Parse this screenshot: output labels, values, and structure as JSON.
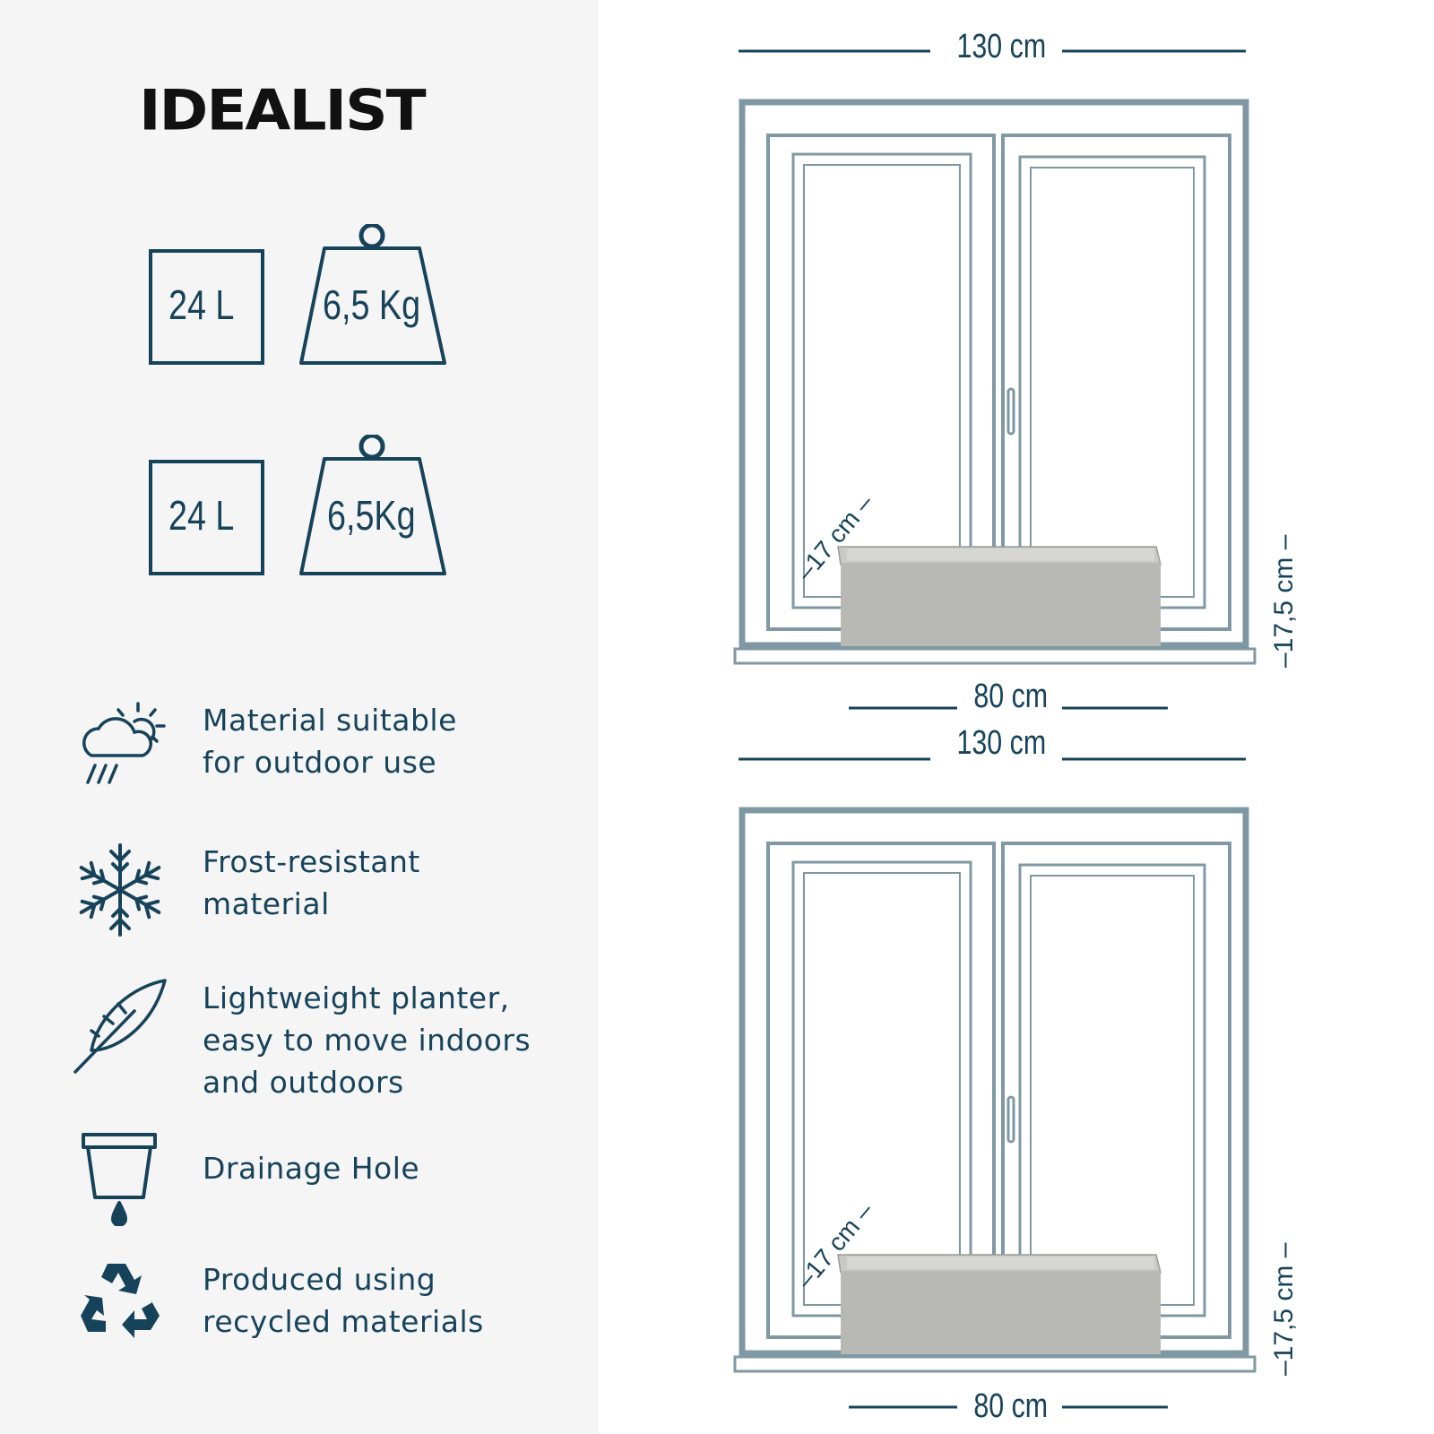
{
  "brand": {
    "name": "IDEALIST"
  },
  "specs": [
    {
      "volume": "24 L",
      "weight": "6,5 Kg"
    },
    {
      "volume": "24 L",
      "weight": "6,5Kg"
    }
  ],
  "features": [
    {
      "icon": "cloud-sun-rain-icon",
      "lines": [
        "Material suitable",
        "for outdoor use"
      ]
    },
    {
      "icon": "snowflake-icon",
      "lines": [
        "Frost-resistant",
        "material"
      ]
    },
    {
      "icon": "feather-icon",
      "lines": [
        "Lightweight planter,",
        "easy to move indoors",
        "and outdoors"
      ]
    },
    {
      "icon": "drainage-pot-icon",
      "lines": [
        "Drainage Hole"
      ]
    },
    {
      "icon": "recycle-icon",
      "lines": [
        "Produced using",
        "recycled materials"
      ]
    }
  ],
  "diagrams": [
    {
      "width_label": "130 cm",
      "planter_length": "80 cm",
      "planter_height": "–17,5 cm –",
      "planter_depth": "–17 cm –"
    },
    {
      "width_label": "130 cm",
      "planter_length": "80 cm",
      "planter_height": "–17,5 cm –",
      "planter_depth": "–17 cm –"
    }
  ],
  "colors": {
    "accent": "#17435a",
    "window_stroke": "#7f98a3",
    "planter": "#b8b8b4",
    "panel_bg": "#f5f5f5",
    "brand": "#111111"
  }
}
